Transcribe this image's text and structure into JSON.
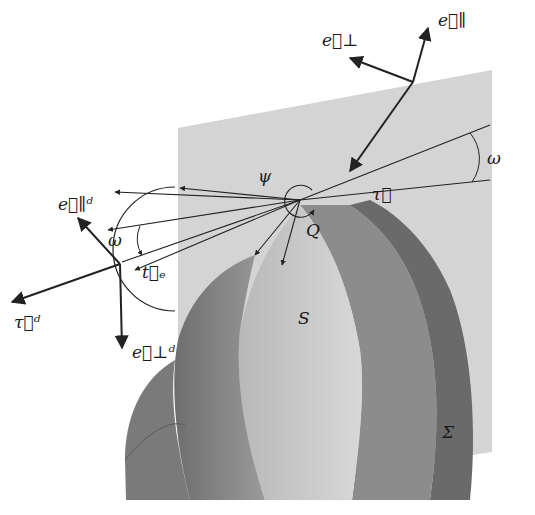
{
  "diagram": {
    "labels": [
      "e⃗⊥",
      "e⃗∥",
      "τ⃗",
      "ω",
      "ψ",
      "Q",
      "e⃗∥ᵈ",
      "ω",
      "t⃗ₑ",
      "τ⃗ᵈ",
      "e⃗⊥ᵈ",
      "S",
      "Σ"
    ]
  }
}
